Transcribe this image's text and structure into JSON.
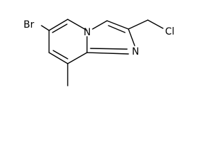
{
  "molecule": {
    "atoms": {
      "bromine": "Br",
      "chlorine": "Cl",
      "bridgehead_nitrogen": "N",
      "imidazole_nitrogen": "N"
    }
  },
  "colors": {
    "bond": "#000000",
    "label": "#000000",
    "background": "#ffffff"
  }
}
